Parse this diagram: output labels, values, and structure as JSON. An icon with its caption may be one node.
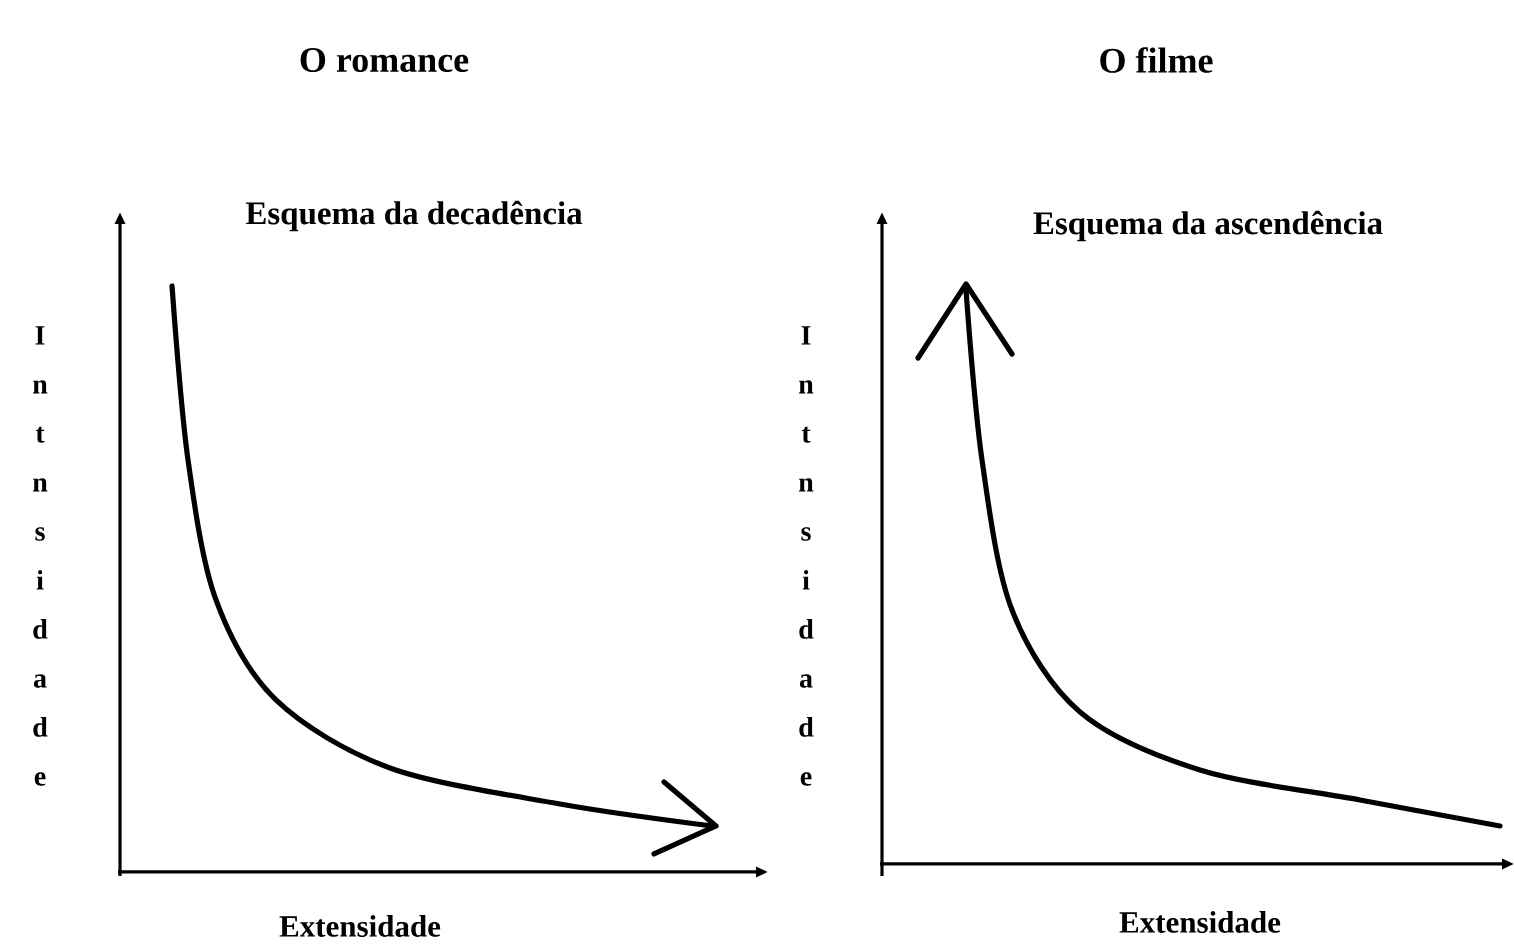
{
  "diagram": {
    "labels": [
      "O romance",
      "O filme",
      "Esquema da decadência",
      "Esquema da ascendência",
      "Intnsidade",
      "Intnsidade",
      "Extensidade",
      "Extensidade"
    ]
  }
}
